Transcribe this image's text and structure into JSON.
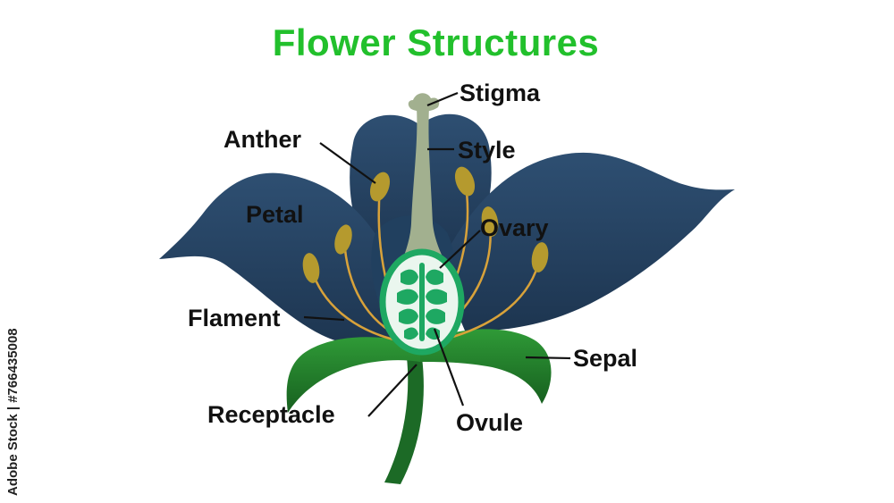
{
  "title": "Flower Structures",
  "labels": {
    "stigma": "Stigma",
    "style": "Style",
    "anther": "Anther",
    "petal": "Petal",
    "ovary": "Ovary",
    "filament": "Flament",
    "sepal": "Sepal",
    "receptacle": "Receptacle",
    "ovule": "Ovule"
  },
  "watermark": "Adobe Stock | #766435008",
  "colors": {
    "title": "#22c02c",
    "petal": "#243f5c",
    "petal_light": "#2f5070",
    "sepal": "#1f7a2a",
    "stem": "#1c6a26",
    "pistil": "#a2b08f",
    "anther": "#b59a2e",
    "filament": "#d8a23a",
    "ovary_outline": "#1ea862",
    "ovary_fill": "#eaf6ee"
  }
}
